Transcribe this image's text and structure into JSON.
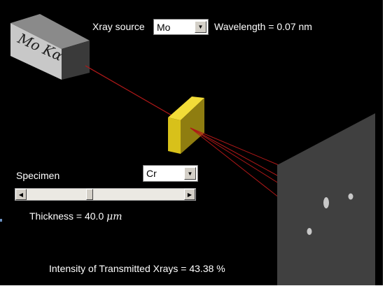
{
  "source": {
    "label": "Xray source",
    "selected": "Mo",
    "wavelength_text": "Wavelength = 0.07 nm",
    "tube_label": "Mo Kα"
  },
  "specimen": {
    "label": "Specimen",
    "selected": "Cr",
    "thickness_text": "Thickness = 40.0",
    "thickness_unit": "μm",
    "slider_fraction": 0.4
  },
  "result": {
    "intensity_text": "Intensity of Transmitted Xrays = 43.38 %"
  },
  "colors": {
    "background": "#000000",
    "beam": "#b01818",
    "specimen_face": "#d8c11a",
    "specimen_top": "#f2dc38",
    "specimen_side": "#8f7d10",
    "tube_front": "#c8c8c8",
    "tube_top": "#8a8a8a",
    "tube_side": "#3a3a3a",
    "detector": "#404040",
    "spot": "#c8c8c8"
  },
  "icons": {
    "dropdown": "chevron-down-icon",
    "left": "arrow-left-icon",
    "right": "arrow-right-icon"
  }
}
